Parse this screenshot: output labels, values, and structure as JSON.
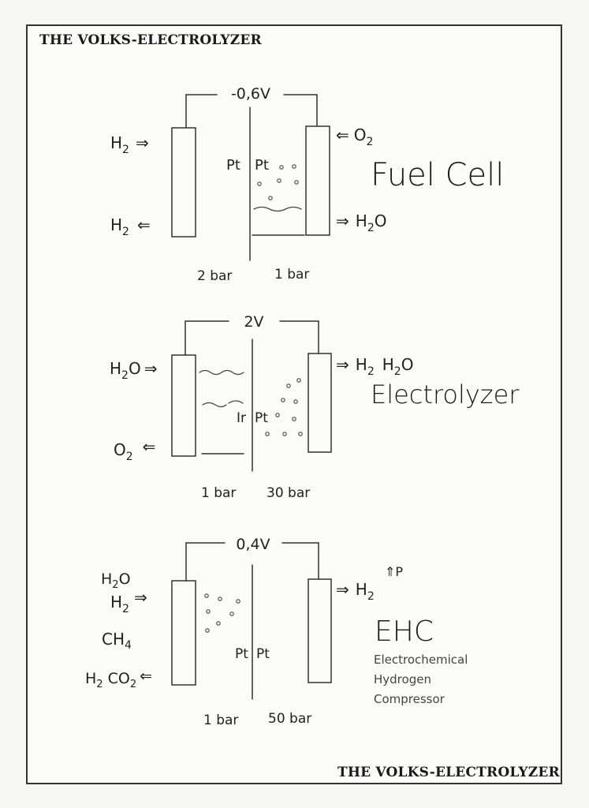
{
  "header": {
    "title": "THE VOLKS-ELECTROLYZER"
  },
  "footer": {
    "title": "THE VOLKS-ELECTROLYZER"
  },
  "cells": [
    {
      "name": "Fuel Cell",
      "voltage": "-0,6V",
      "left_inputs": [
        {
          "label": "H",
          "sub": "2",
          "tail": "",
          "arrow": "⇒"
        }
      ],
      "left_outputs": [
        {
          "label": "H",
          "sub": "2",
          "tail": "",
          "arrow": "⇐"
        }
      ],
      "right_input": {
        "arrow": "⇐",
        "label": "O",
        "sub": "2",
        "tail": ""
      },
      "right_output": {
        "arrow": "⇒",
        "label": "H",
        "sub": "2",
        "tail": "O"
      },
      "catalyst_left": "Pt",
      "catalyst_right": "Pt",
      "pressure_left": "2 bar",
      "pressure_right": "1 bar"
    },
    {
      "name": "Electrolyzer",
      "voltage": "2V",
      "left_input": {
        "label": "H",
        "sub": "2",
        "tail": "O",
        "arrow": "⇒"
      },
      "left_output": {
        "label": "O",
        "sub": "2",
        "tail": "",
        "arrow": "⇐"
      },
      "right_output": {
        "arrow": "⇒",
        "items": [
          "H2",
          "H2O"
        ]
      },
      "catalyst_left": "Ir",
      "catalyst_right": "Pt",
      "pressure_left": "1 bar",
      "pressure_right": "30 bar"
    },
    {
      "name": "EHC",
      "subtitle": [
        "Electrochemical",
        "Hydrogen",
        "Compressor"
      ],
      "voltage": "0,4V",
      "left_inputs": [
        "H2O",
        "H2",
        "CH4"
      ],
      "left_output": "H2 CO2",
      "right_output": {
        "arrow": "⇒",
        "label": "H2",
        "annotation": "⇑P"
      },
      "catalyst_left": "Pt",
      "catalyst_right": "Pt",
      "pressure_left": "1 bar",
      "pressure_right": "50 bar"
    }
  ]
}
